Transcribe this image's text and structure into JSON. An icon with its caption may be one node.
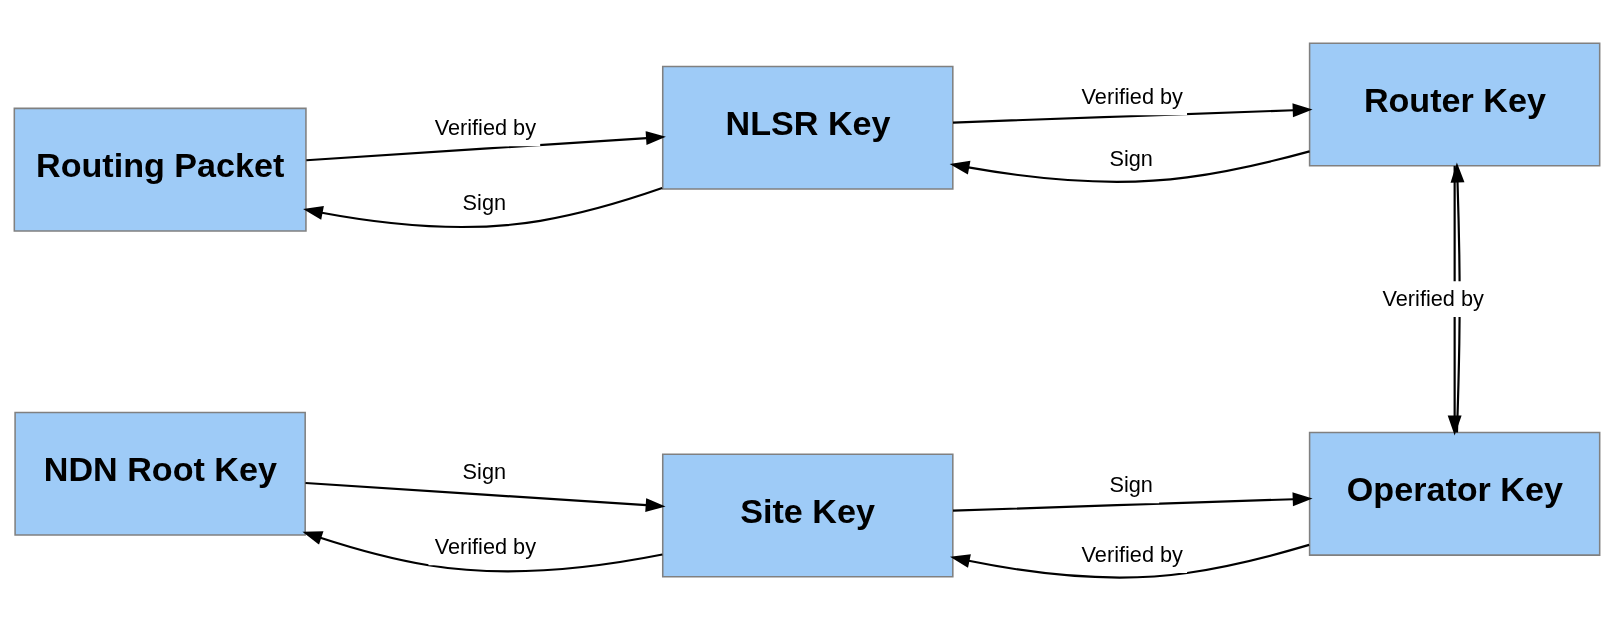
{
  "diagram": {
    "nodes": [
      {
        "text": [
          "NDN Root Key"
        ]
      },
      {
        "text": [
          "Site Key"
        ]
      },
      {
        "text": [
          "Operator Key"
        ]
      },
      {
        "text": [
          "Routing Packet"
        ]
      },
      {
        "text": [
          "NLSR Key"
        ]
      },
      {
        "text": [
          "Router Key"
        ]
      }
    ],
    "edges": [
      {
        "from": 0,
        "to": 1,
        "arrow": "to",
        "label": "Sign"
      },
      {
        "from": 1,
        "to": 0,
        "arrow": "to",
        "label": "Verified by"
      },
      {
        "from": 1,
        "to": 2,
        "arrow": "to",
        "label": "Sign"
      },
      {
        "from": 2,
        "to": 1,
        "arrow": "to",
        "label": "Verified by"
      },
      {
        "from": 2,
        "to": 5,
        "arrow": "to"
      },
      {
        "from": 5,
        "to": 2,
        "arrow": "to",
        "label": "Verified by"
      },
      {
        "from": 3,
        "to": 4,
        "arrow": "to",
        "label": "Verified by"
      },
      {
        "from": 4,
        "to": 3,
        "arrow": "to",
        "label": "Sign"
      },
      {
        "from": 4,
        "to": 5,
        "arrow": "to",
        "label": "Verified by"
      },
      {
        "from": 5,
        "to": 4,
        "arrow": "to",
        "label": "Sign"
      }
    ]
  }
}
